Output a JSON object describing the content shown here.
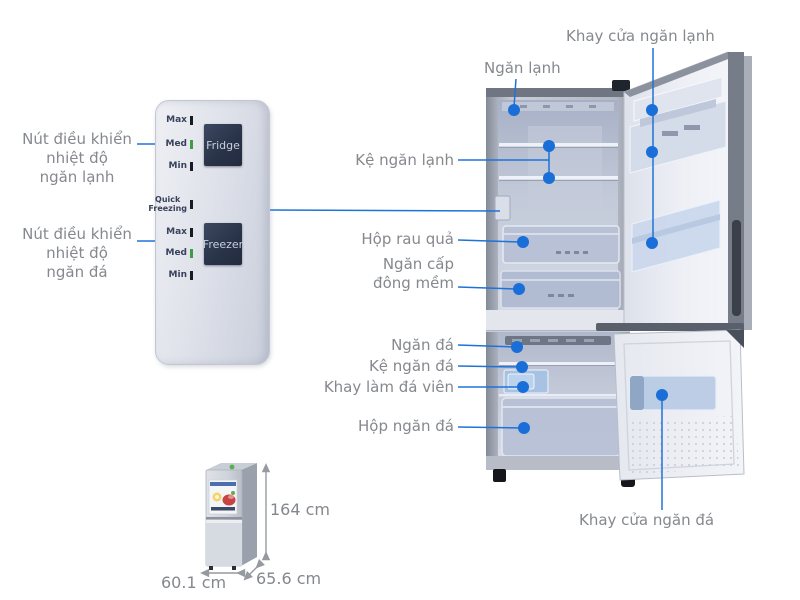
{
  "callouts": {
    "fridge_control": [
      "Nút điều khiển",
      "nhiệt độ",
      "ngăn lạnh"
    ],
    "freezer_control": [
      "Nút điều khiển",
      "nhiệt độ",
      "ngăn đá"
    ],
    "cool_compartment": "Ngăn lạnh",
    "cool_door_tray": "Khay cửa ngăn lạnh",
    "cool_shelf": "Kệ ngăn lạnh",
    "veg_box": "Hộp rau quả",
    "soft_freeze": [
      "Ngăn cấp",
      "đông mềm"
    ],
    "ice_compartment": "Ngăn đá",
    "ice_shelf": "Kệ ngăn đá",
    "ice_cube_tray": "Khay làm đá viên",
    "ice_box": "Hộp ngăn đá",
    "ice_door_tray": "Khay cửa ngăn đá"
  },
  "control_panel": {
    "fridge_button": "Fridge",
    "freezer_button": "Freezer",
    "quick_freezing": [
      "Quick",
      "Freezing"
    ],
    "fridge_levels": [
      "Max",
      "Med",
      "Min"
    ],
    "freezer_levels": [
      "Max",
      "Med",
      "Min"
    ]
  },
  "dimensions": {
    "height": "164 cm",
    "width": "60.1 cm",
    "depth": "65.6 cm"
  },
  "colors": {
    "accent_blue": "#1e73d8",
    "label_gray": "#85888d",
    "button_navy": "#2a3449",
    "indicator_green": "#3d9c45"
  }
}
